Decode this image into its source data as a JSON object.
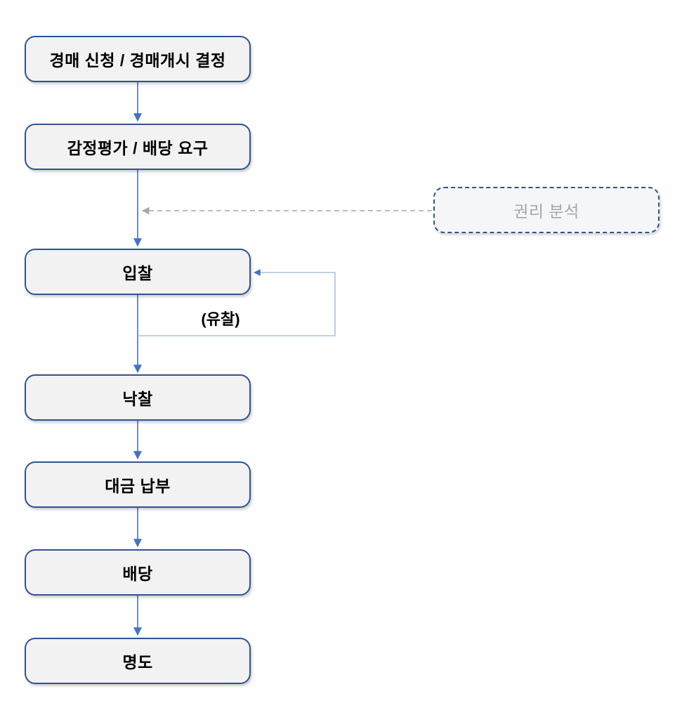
{
  "flowchart": {
    "type": "flowchart",
    "nodes": [
      {
        "id": "auction-application",
        "label": "경매 신청 / 경매개시 결정"
      },
      {
        "id": "appraisal",
        "label": "감정평가 / 배당 요구"
      },
      {
        "id": "bidding",
        "label": "입찰"
      },
      {
        "id": "successful-bid",
        "label": "낙찰"
      },
      {
        "id": "payment",
        "label": "대금 납부"
      },
      {
        "id": "distribution",
        "label": "배당"
      },
      {
        "id": "eviction",
        "label": "명도"
      }
    ],
    "side_node": {
      "id": "rights-analysis",
      "label": "권리 분석",
      "style": "dashed"
    },
    "loop_label": "(유찰)",
    "edges": [
      {
        "from": "auction-application",
        "to": "appraisal",
        "style": "solid"
      },
      {
        "from": "appraisal",
        "to": "bidding",
        "style": "solid"
      },
      {
        "from": "rights-analysis",
        "to": "appraisal-bidding-connector",
        "style": "dashed"
      },
      {
        "from": "bidding",
        "to": "successful-bid",
        "style": "solid"
      },
      {
        "from": "bidding",
        "to": "bidding",
        "style": "loop",
        "label": "(유찰)"
      },
      {
        "from": "successful-bid",
        "to": "payment",
        "style": "solid"
      },
      {
        "from": "payment",
        "to": "distribution",
        "style": "solid"
      },
      {
        "from": "distribution",
        "to": "eviction",
        "style": "solid"
      }
    ],
    "colors": {
      "node_border": "#2f5390",
      "node_fill": "#f2f2f2",
      "node_text": "#000000",
      "arrow": "#4472c4",
      "loop_line": "#9bb3d4",
      "dashed_arrow": "#a6a6a6",
      "side_border": "#2f5390",
      "side_fill": "#f5f6f8",
      "side_text": "#a6a6a6"
    }
  }
}
